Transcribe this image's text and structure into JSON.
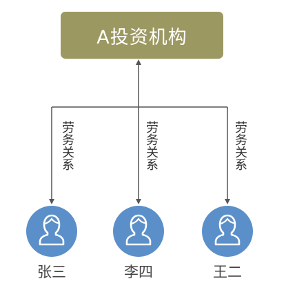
{
  "org": {
    "name": "A投资机构",
    "color": "#9c9862"
  },
  "relation_label": "劳务关系",
  "people": [
    {
      "name": "张三",
      "icon": "user-avatar-icon"
    },
    {
      "name": "李四",
      "icon": "user-avatar-icon"
    },
    {
      "name": "王二",
      "icon": "user-avatar-icon"
    }
  ],
  "colors": {
    "avatar": "#5b8fc9",
    "connector": "#555555"
  }
}
